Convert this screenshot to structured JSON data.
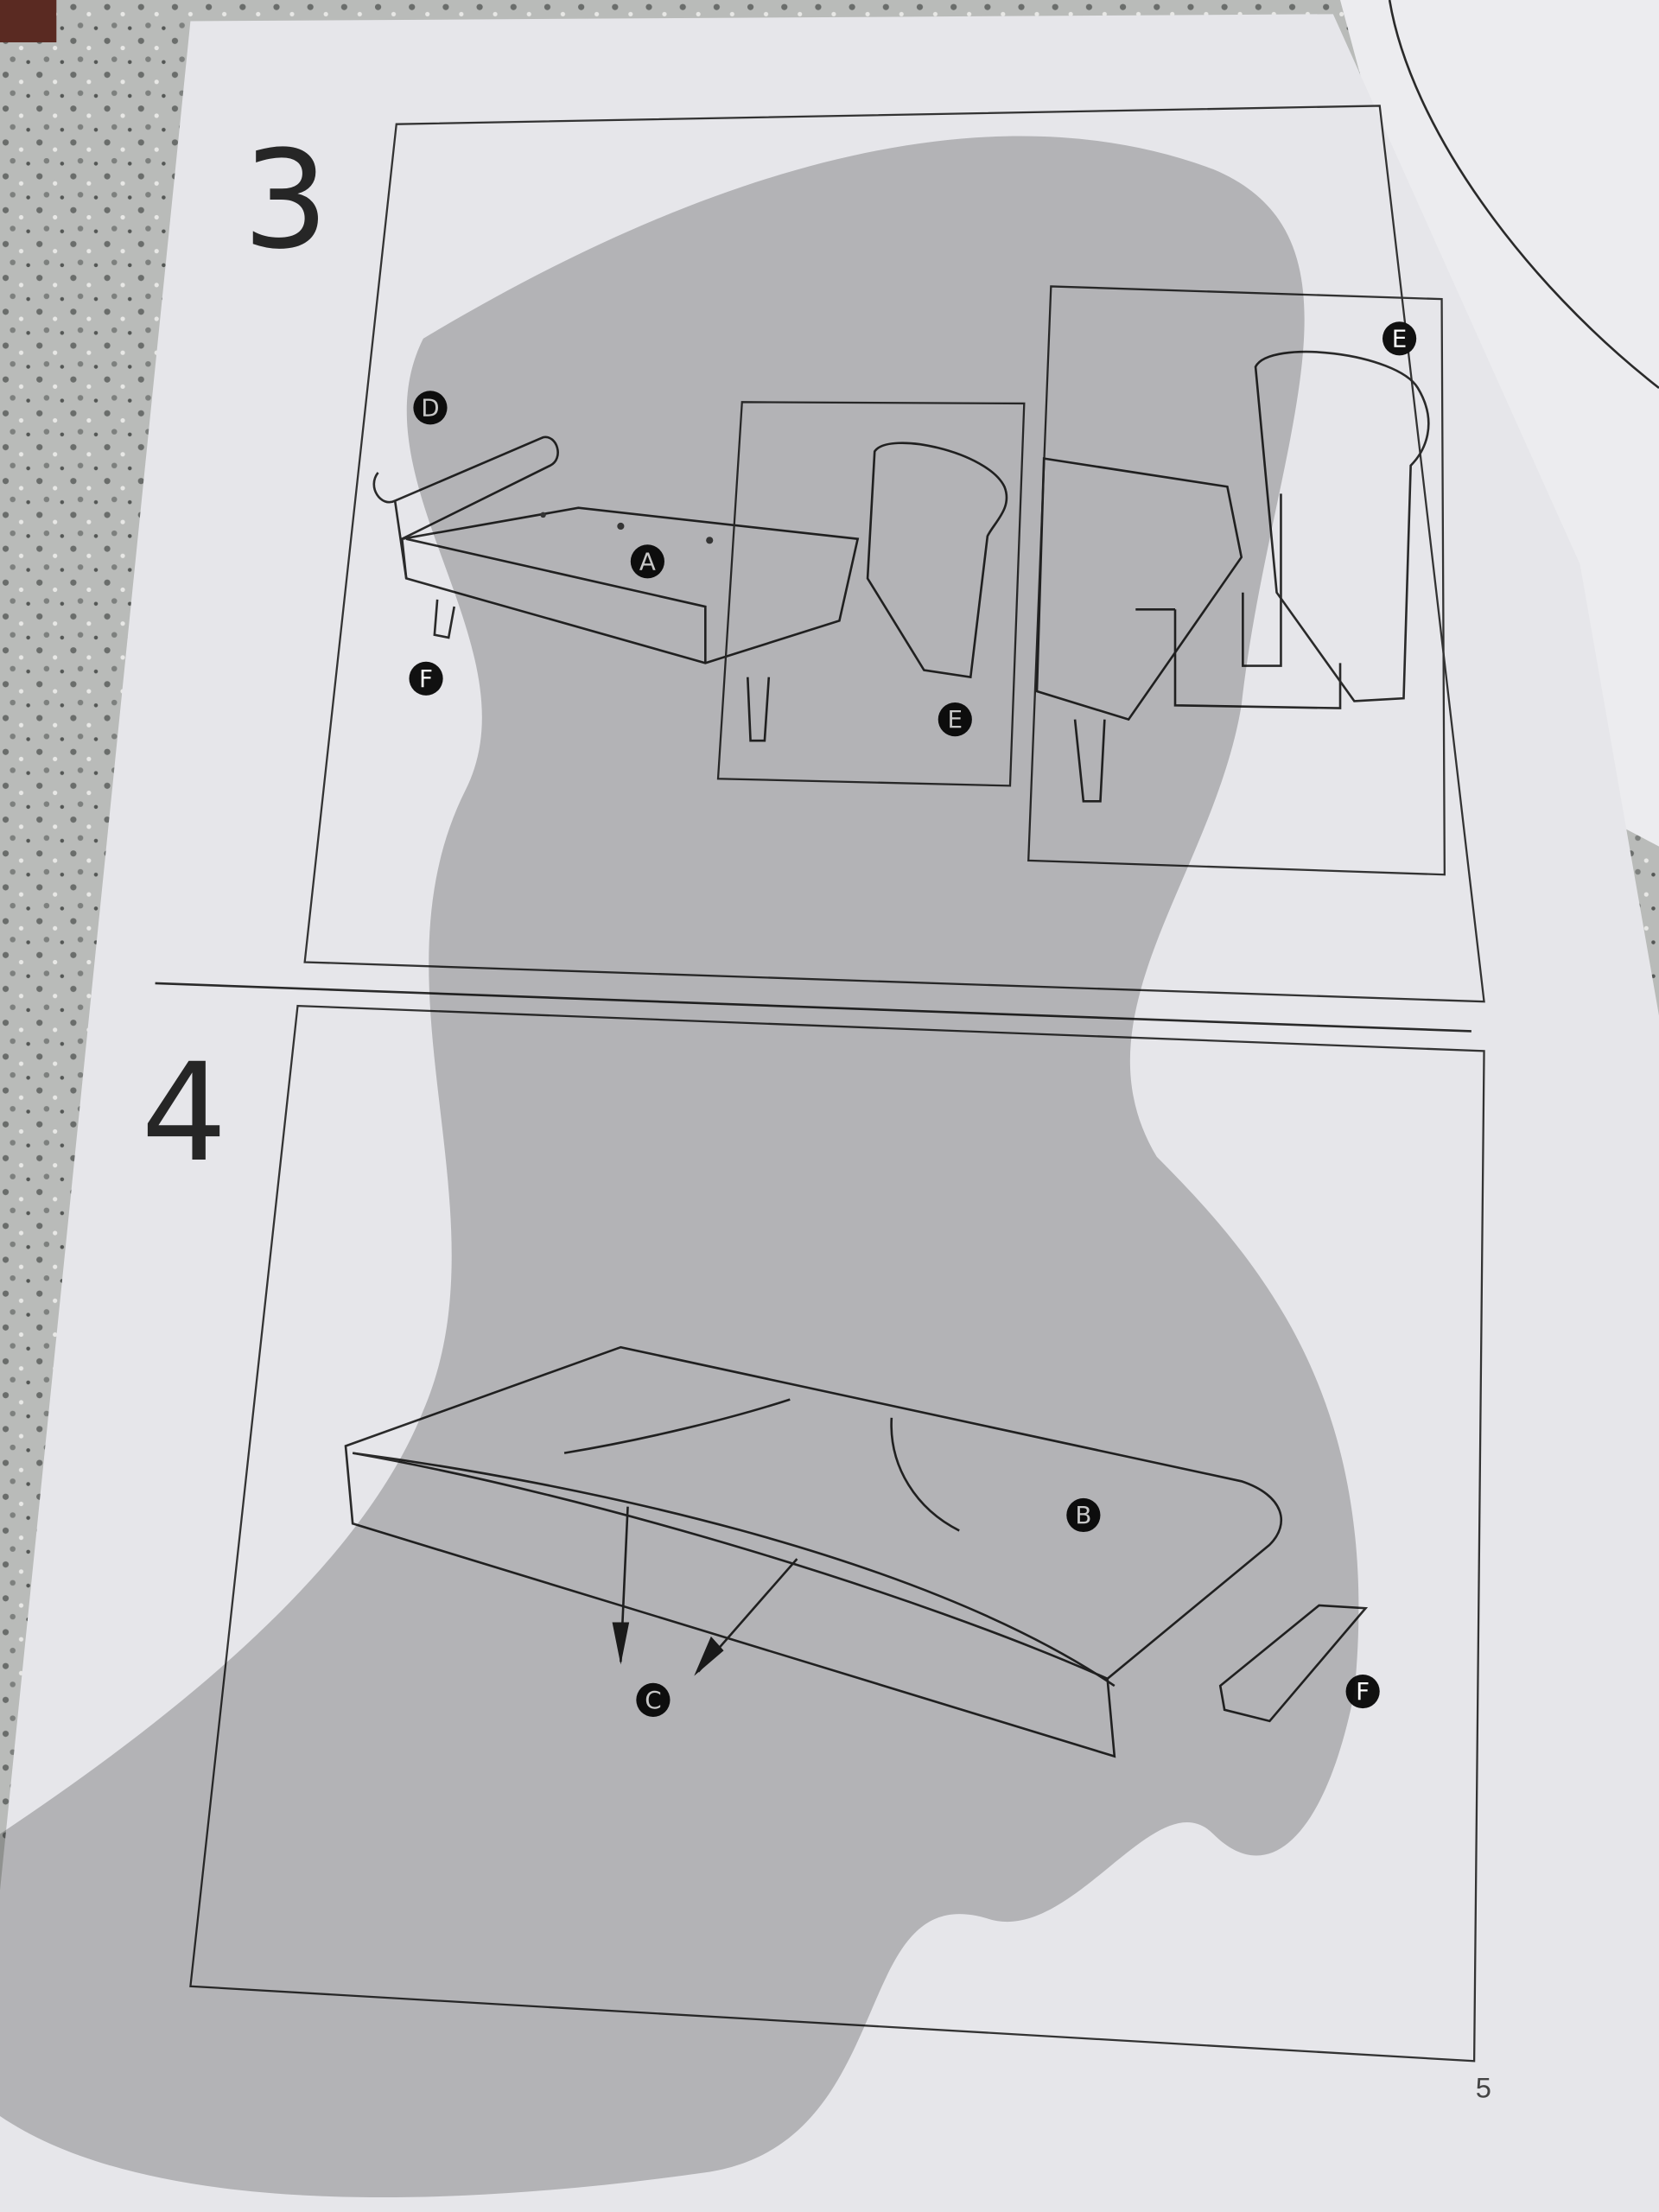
{
  "document": {
    "type": "assembly instructions",
    "page_number": "5",
    "steps": [
      {
        "number": "3",
        "labels": [
          "D",
          "A",
          "F",
          "E",
          "E"
        ],
        "detail_label": "E"
      },
      {
        "number": "4",
        "labels": [
          "B",
          "C",
          "F"
        ]
      }
    ]
  },
  "colors": {
    "paper": "#e6e6ea",
    "line": "#2a2a2a",
    "counter": "#a7aaa8"
  }
}
